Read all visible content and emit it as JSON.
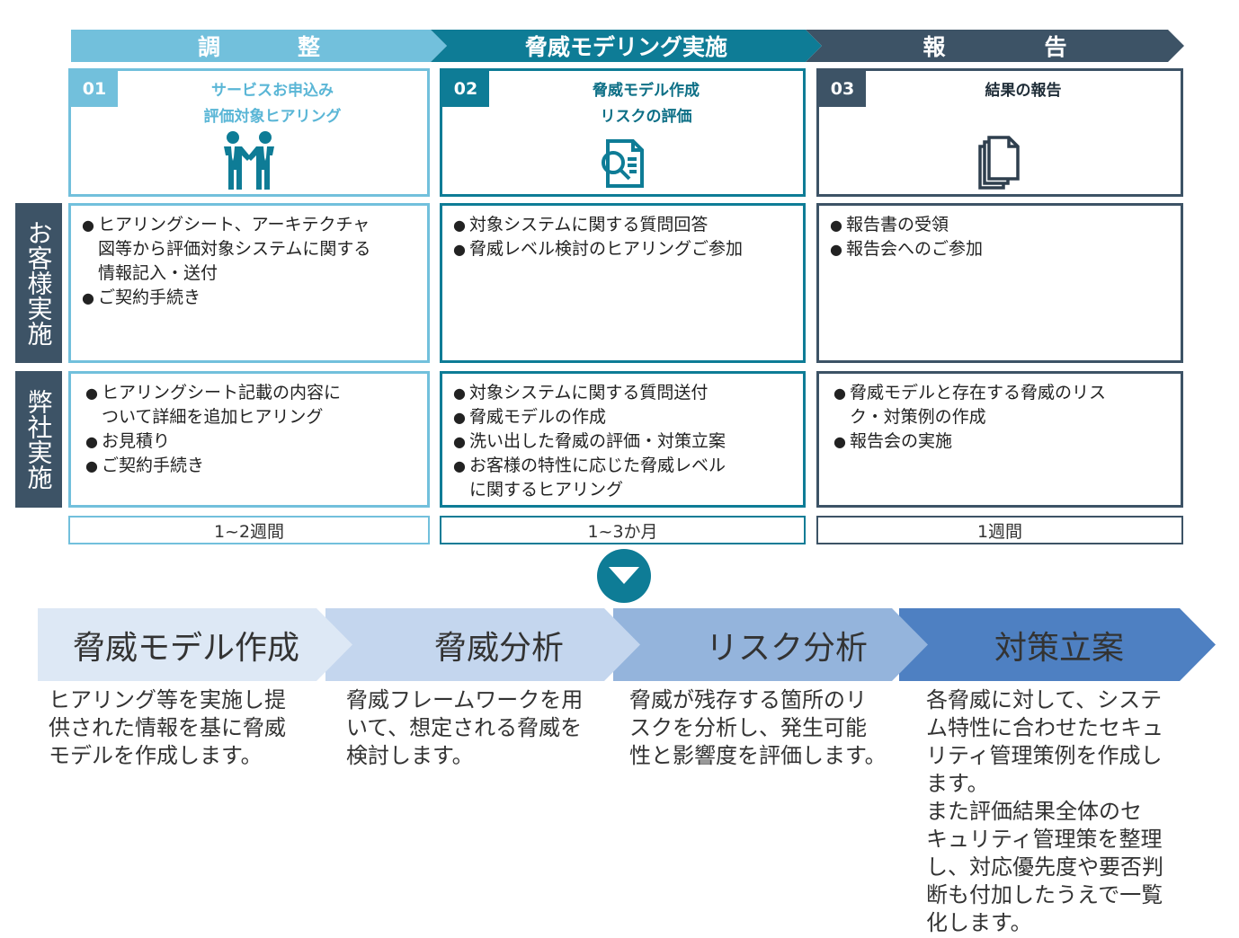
{
  "phases": [
    {
      "chars": [
        "調",
        "整"
      ]
    },
    {
      "label": "脅威モデリング実施"
    },
    {
      "chars": [
        "報",
        "告"
      ]
    }
  ],
  "steps": [
    {
      "num": "01",
      "title_line1": "サービスお申込み",
      "title_line2": "評価対象ヒアリング",
      "icon": "handshake-icon",
      "color": "#72c0dc"
    },
    {
      "num": "02",
      "title_line1": "脅威モデル作成",
      "title_line2": "リスクの評価",
      "icon": "document-search-icon",
      "color": "#0e7c96"
    },
    {
      "num": "03",
      "title_line1": "結果の報告",
      "title_line2": "",
      "icon": "documents-icon",
      "color": "#3d5366"
    }
  ],
  "rows": {
    "customer_label": "お客様実施",
    "company_label": "弊社実施"
  },
  "customer": [
    {
      "items": [
        "ヒアリングシート、アーキテクチャ\n図等から評価対象システムに関する\n情報記入・送付",
        "ご契約手続き"
      ]
    },
    {
      "items": [
        "対象システムに関する質問回答",
        "脅威レベル検討のヒアリングご参加"
      ]
    },
    {
      "items": [
        "報告書の受領",
        "報告会へのご参加"
      ]
    }
  ],
  "company": [
    {
      "items": [
        "ヒアリングシート記載の内容に\nついて詳細を追加ヒアリング",
        "お見積り",
        "ご契約手続き"
      ]
    },
    {
      "items": [
        "対象システムに関する質問送付",
        "脅威モデルの作成",
        "洗い出した脅威の評価・対策立案",
        "お客様の特性に応じた脅威レベル\nに関するヒアリング"
      ]
    },
    {
      "items": [
        "脅威モデルと存在する脅威のリス\nク・対策例の作成",
        "報告会の実施"
      ]
    }
  ],
  "durations": [
    "1~2週間",
    "1~3か月",
    "1週間"
  ],
  "process": [
    {
      "label": "脅威モデル作成",
      "desc": "ヒアリング等を実施し提\n供された情報を基に脅威\nモデルを作成します。"
    },
    {
      "label": "脅威分析",
      "desc": "脅威フレームワークを用\nいて、想定される脅威を\n検討します。"
    },
    {
      "label": "リスク分析",
      "desc": "脅威が残存する箇所のリ\nスクを分析し、発生可能\n性と影響度を評価します。"
    },
    {
      "label": "対策立案",
      "desc": "各脅威に対して、システ\nム特性に合わせたセキュ\nリティ管理策例を作成し\nます。\nまた評価結果全体のセ\nキュリティ管理策を整理\nし、対応優先度や要否判\n断も付加したうえで一覧\n化します。"
    }
  ],
  "colors": {
    "phase1": "#72c0dc",
    "phase2": "#0e7c96",
    "phase3": "#3d5366",
    "process": [
      "#dde8f5",
      "#c4d6ee",
      "#94b4dc",
      "#4e80c2"
    ]
  }
}
